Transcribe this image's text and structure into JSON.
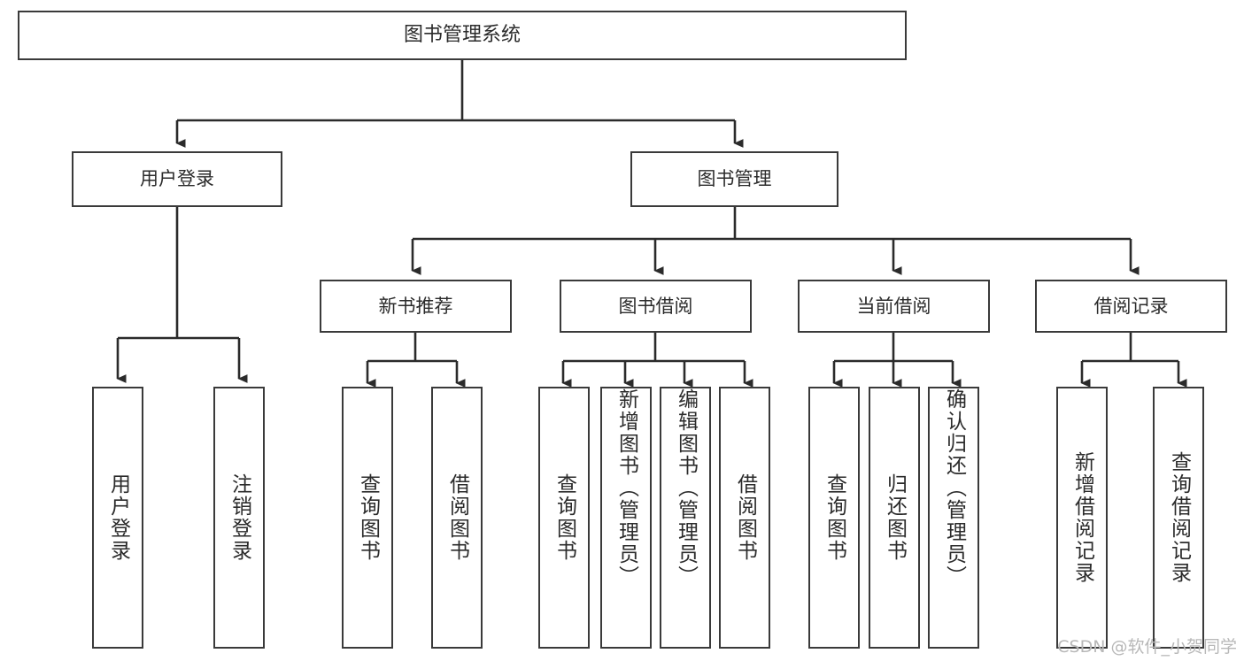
{
  "diagram": {
    "title": "图书管理系统",
    "type": "tree-hierarchy",
    "watermark": "CSDN @软件_小贺同学",
    "colors": {
      "box_border": "#3a3a3a",
      "box_fill": "#ffffff",
      "edge": "#2b2b2b",
      "text": "#2b2b2b",
      "watermark": "#b8b8b8",
      "background": "#ffffff"
    },
    "root": {
      "label": "图书管理系统"
    },
    "level2": [
      {
        "label": "用户登录"
      },
      {
        "label": "图书管理"
      }
    ],
    "level3": [
      {
        "label": "新书推荐"
      },
      {
        "label": "图书借阅"
      },
      {
        "label": "当前借阅"
      },
      {
        "label": "借阅记录"
      }
    ],
    "leaves": {
      "user_login": [
        {
          "label": "用户登录"
        },
        {
          "label": "注销登录"
        }
      ],
      "new_book": [
        {
          "label": "查询图书"
        },
        {
          "label": "借阅图书"
        }
      ],
      "book_borrow": [
        {
          "label": "查询图书"
        },
        {
          "label": "新增图书（管理员）"
        },
        {
          "label": "编辑图书（管理员）"
        },
        {
          "label": "借阅图书"
        }
      ],
      "current_borrow": [
        {
          "label": "查询图书"
        },
        {
          "label": "归还图书"
        },
        {
          "label": "确认归还（管理员）"
        }
      ],
      "borrow_record": [
        {
          "label": "新增借阅记录"
        },
        {
          "label": "查询借阅记录"
        }
      ]
    }
  }
}
